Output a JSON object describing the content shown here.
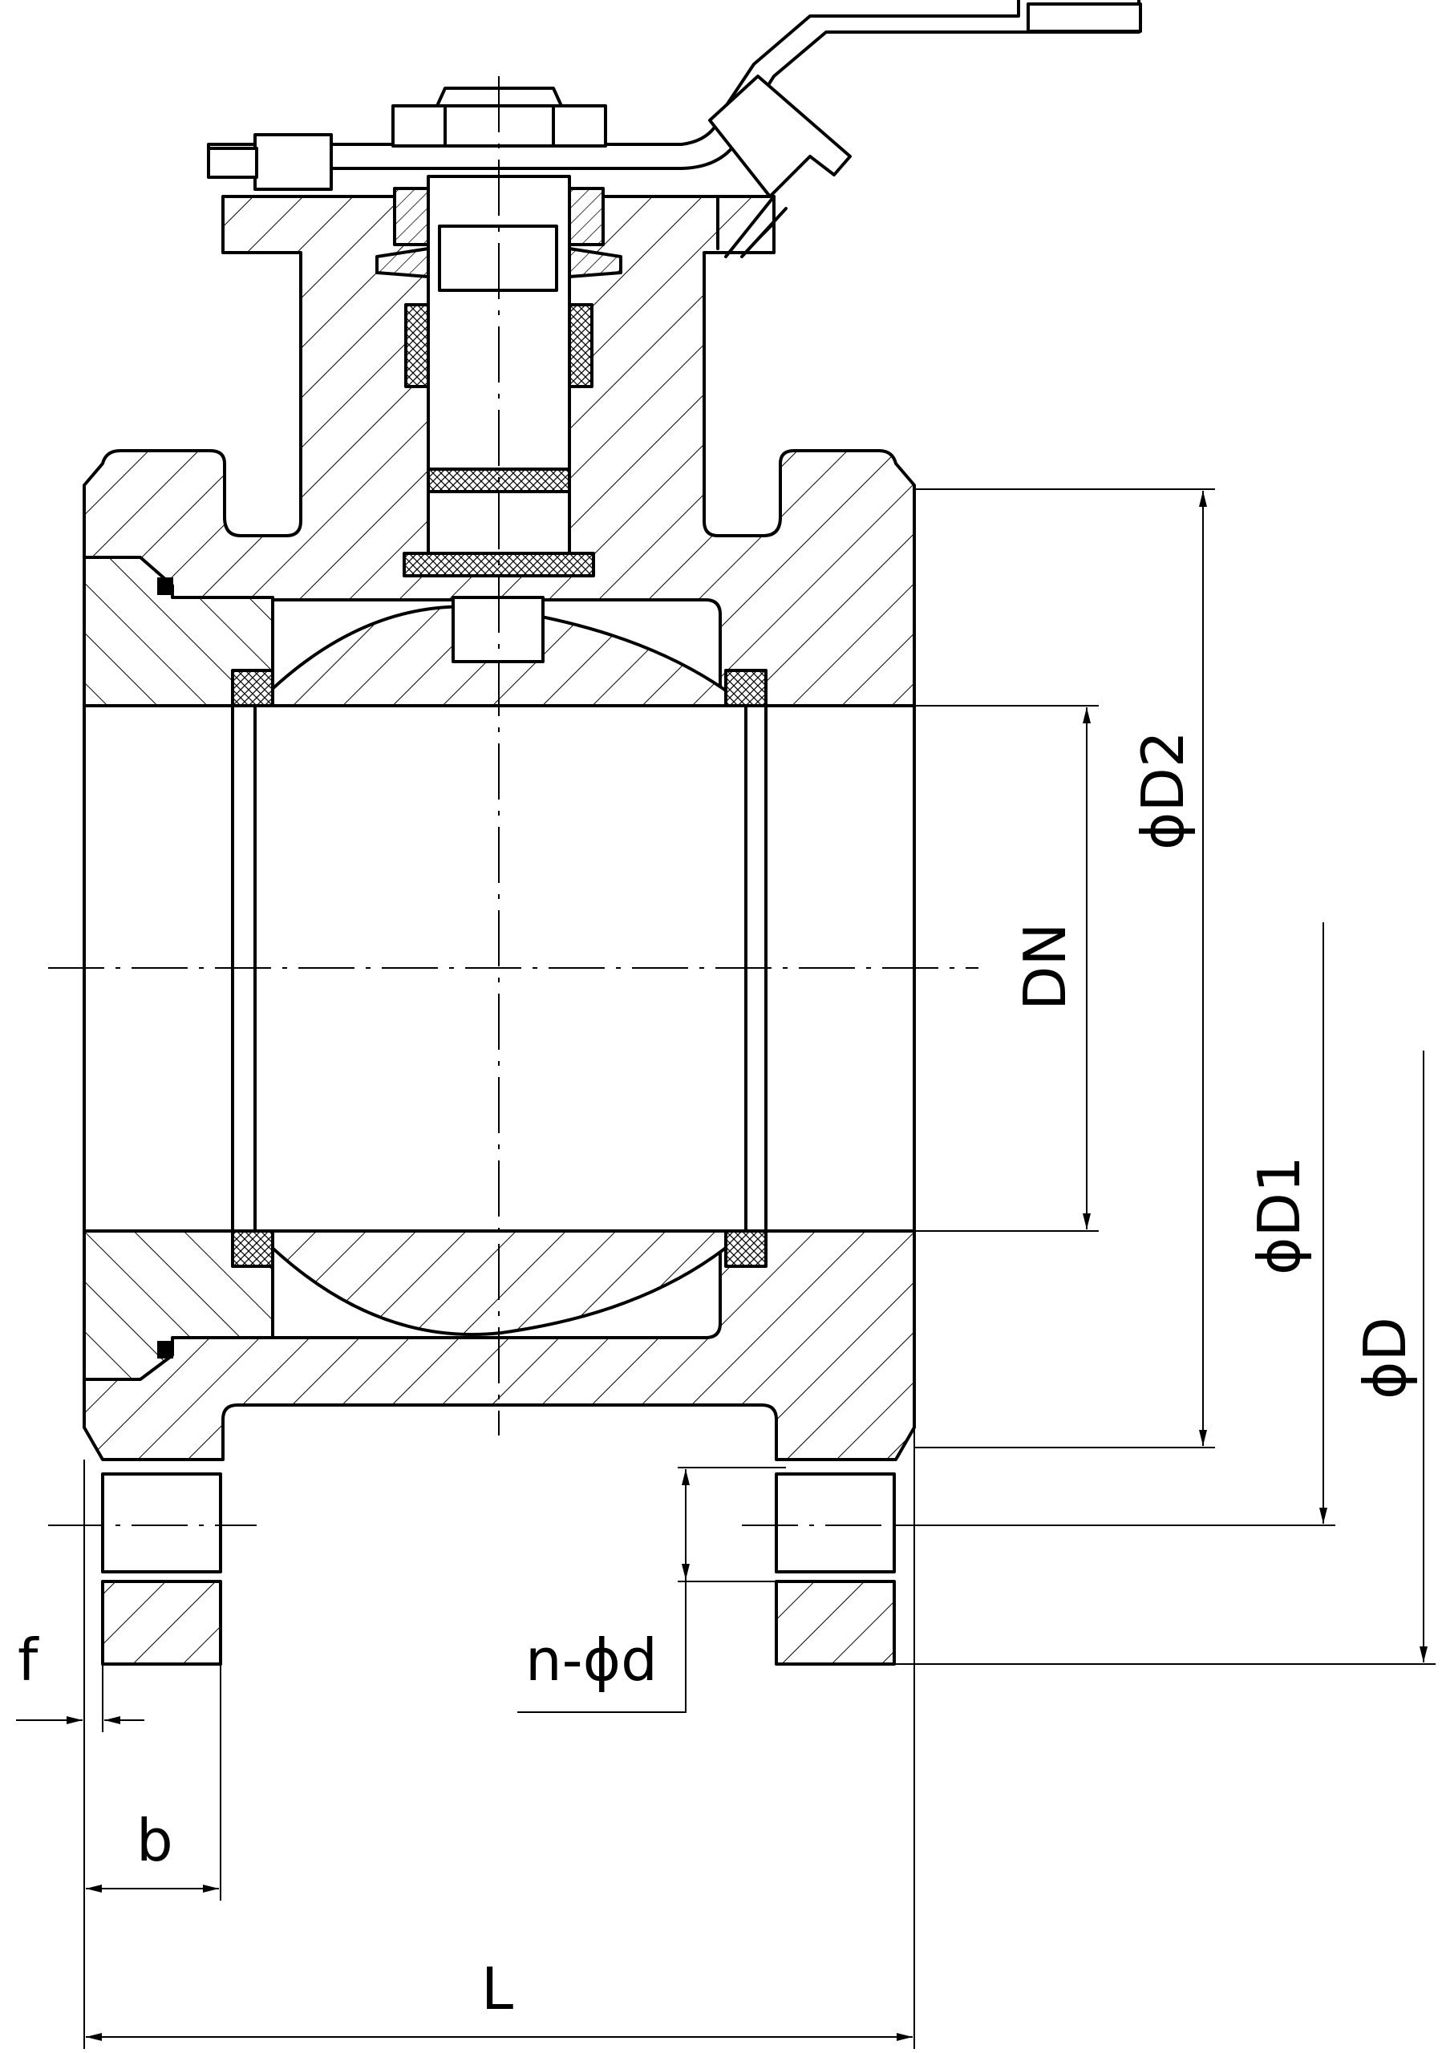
{
  "labels": {
    "d2": "ϕD2",
    "dn": "DN",
    "d1": "ϕD1",
    "d": "ϕD",
    "holes": "n-ϕd",
    "f": "f",
    "b": "b",
    "l": "L"
  }
}
